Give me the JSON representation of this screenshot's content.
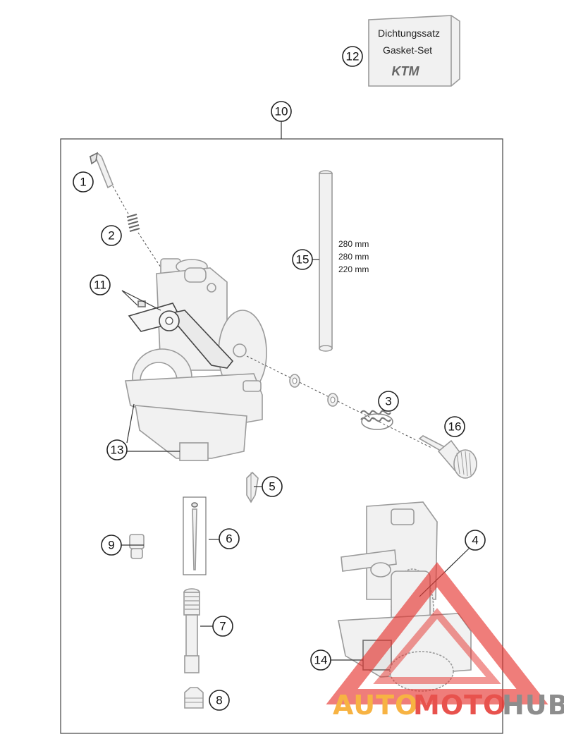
{
  "gasket_box": {
    "line1": "Dichtungssatz",
    "line2": "Gasket-Set",
    "logo_text": "KTM"
  },
  "callouts": {
    "c1": "1",
    "c2": "2",
    "c3": "3",
    "c4": "4",
    "c5": "5",
    "c6": "6",
    "c7": "7",
    "c8": "8",
    "c9": "9",
    "c10": "10",
    "c11": "11",
    "c12": "12",
    "c13": "13",
    "c14": "14",
    "c15": "15",
    "c16": "16"
  },
  "hose_lengths": [
    "280 mm",
    "280 mm",
    "220 mm"
  ],
  "watermark": {
    "part1": "AUTO",
    "part2": "MOTO",
    "part3": "HUB",
    "colors": {
      "orange": "#f6a623",
      "red": "#e5342f",
      "gray": "#7a7a7a"
    }
  }
}
